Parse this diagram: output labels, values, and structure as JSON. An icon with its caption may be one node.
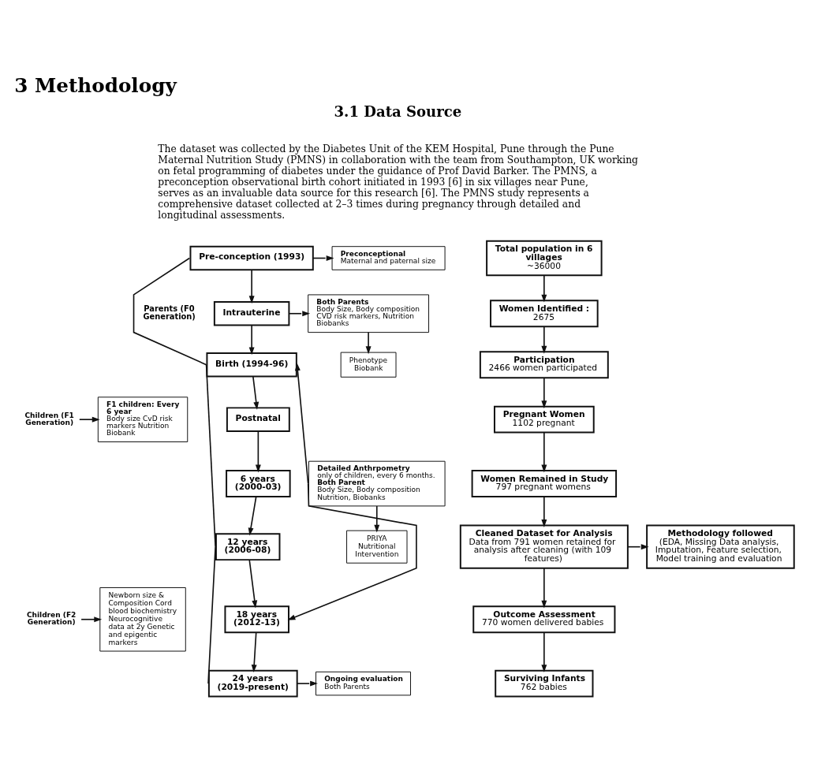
{
  "diagram": {
    "title": "3 Methodology",
    "nodes": [
      {
        "text": [
          "Pre-conception (1993)"
        ]
      },
      {
        "text": [
          "Preconceptional",
          "Maternal and paternal size"
        ]
      },
      {
        "text": [
          "Intrauterine"
        ]
      },
      {
        "text": [
          "Both Parents",
          "Body Size, Body composition CVD risk markers, Nutrition Biobanks"
        ]
      },
      {
        "text": [
          "Phenotype Biobank"
        ]
      },
      {
        "text": [
          "Birth (1994-96)"
        ]
      },
      {
        "text": [
          "Postnatal"
        ]
      },
      {
        "text": [
          "F1 children: Every 6 year",
          "Body size CvD risk markers Nutrition Biobank"
        ]
      },
      {
        "text": [
          "Children (F1 Generation)"
        ]
      },
      {
        "text": [
          "6 years (2000-03)"
        ]
      },
      {
        "text": [
          "Detailed Anthrpometry",
          "only of children, every 6 months.",
          "Both Parent",
          "Body Size, Body composition Nutrition, Biobanks"
        ]
      },
      {
        "text": [
          "12 years (2006-08)"
        ]
      },
      {
        "text": [
          "PRIYA Nutritional Intervention"
        ]
      },
      {
        "text": [
          "Newborn size & Composition Cord blood biochemistry Neurocognitive data at 2y Genetic and epigentic markers"
        ]
      },
      {
        "text": [
          "Children (F2 Generation)"
        ]
      },
      {
        "text": [
          "18 years (2012-13)"
        ]
      },
      {
        "text": [
          "24 years (2019-present)"
        ]
      },
      {
        "text": [
          "Ongoing evaluation",
          "Both Parents"
        ]
      },
      {
        "text": [
          "Total population in 6 villages",
          "~36000"
        ]
      },
      {
        "text": [
          "Women Identified :",
          "2675"
        ]
      },
      {
        "text": [
          "Participation",
          "2466 women participated"
        ]
      },
      {
        "text": [
          "Pregnant Women",
          "1102 pregnant"
        ]
      },
      {
        "text": [
          "Women Remained in Study",
          "797 pregnant womens"
        ]
      },
      {
        "text": [
          "Cleaned Dataset for Analysis",
          "Data from 791 women retained for analysis after cleaning (with 109 features)"
        ]
      },
      {
        "text": [
          "Methodology followed",
          "(EDA, Missing Data analysis, Imputation, Feature selection, Model training and evaluation"
        ]
      },
      {
        "text": [
          "Outcome Assessment",
          "770 women delivered babies"
        ]
      },
      {
        "text": [
          "Surviving Infants",
          "762 babies"
        ]
      }
    ],
    "edges": [
      {
        "from": 0,
        "to": 1,
        "arrow": "to"
      },
      {
        "from": 0,
        "to": 2,
        "arrow": "to"
      },
      {
        "from": 2,
        "to": 3,
        "arrow": "to"
      },
      {
        "from": 3,
        "to": 4,
        "arrow": "to"
      },
      {
        "from": 2,
        "to": 5,
        "arrow": "to"
      },
      {
        "from": 0,
        "to": 5,
        "arrow": "none"
      },
      {
        "from": 5,
        "to": 6,
        "arrow": "to"
      },
      {
        "from": 8,
        "to": 7,
        "arrow": "to"
      },
      {
        "from": 6,
        "to": 9,
        "arrow": "to"
      },
      {
        "from": 10,
        "to": 5,
        "arrow": "to"
      },
      {
        "from": 10,
        "to": 12,
        "arrow": "to"
      },
      {
        "from": 9,
        "to": 11,
        "arrow": "to"
      },
      {
        "from": 5,
        "to": 11,
        "arrow": "none"
      },
      {
        "from": 11,
        "to": 15,
        "arrow": "to"
      },
      {
        "from": 14,
        "to": 13,
        "arrow": "to"
      },
      {
        "from": 10,
        "to": 15,
        "arrow": "to"
      },
      {
        "from": 15,
        "to": 16,
        "arrow": "to"
      },
      {
        "from": 11,
        "to": 16,
        "arrow": "none"
      },
      {
        "from": 16,
        "to": 17,
        "arrow": "to"
      },
      {
        "from": 18,
        "to": 19,
        "arrow": "to"
      },
      {
        "from": 19,
        "to": 20,
        "arrow": "to"
      },
      {
        "from": 20,
        "to": 21,
        "arrow": "to"
      },
      {
        "from": 21,
        "to": 22,
        "arrow": "to"
      },
      {
        "from": 22,
        "to": 23,
        "arrow": "to"
      },
      {
        "from": 23,
        "to": 24,
        "arrow": "to"
      },
      {
        "from": 23,
        "to": 25,
        "arrow": "to"
      },
      {
        "from": 25,
        "to": 26,
        "arrow": "to"
      }
    ],
    "labels": [
      "3.1 Data Source",
      "The dataset was collected by the Diabetes Unit of the KEM Hospital, Pune through the Pune Maternal Nutrition Study (PMNS) in collaboration with the team from Southampton, UK working on fetal programming of diabetes under the guidance of Prof David Barker. The PMNS, a preconception observational birth cohort initiated in 1993 [6] in six villages near Pune, serves as an invaluable data source for this research [6]. The PMNS study represents a comprehensive dataset collected at 2–3 times during pregnancy through detailed and longitudinal assessments.",
      "Parents (F0 Generation)"
    ]
  }
}
